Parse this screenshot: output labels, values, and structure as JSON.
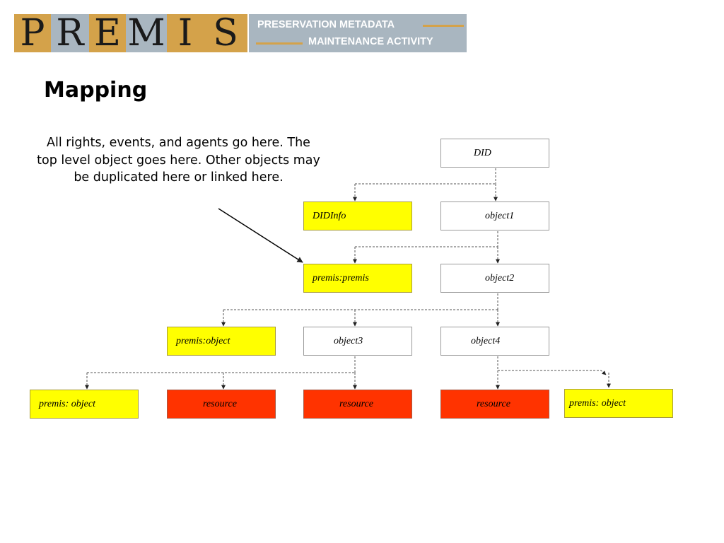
{
  "header": {
    "logo_letters": [
      "P",
      "R",
      "E",
      "M",
      "I",
      "S"
    ],
    "tagline_line1": "PRESERVATION METADATA",
    "tagline_line2": "MAINTENANCE ACTIVITY",
    "colors": {
      "logo_gold": "#d4a24a",
      "logo_blue": "#a9b6c0",
      "tagline_bg": "#a9b6c0",
      "tagline_text": "#ffffff"
    }
  },
  "page": {
    "title": "Mapping",
    "note": "All rights, events, and agents go here. The top level object goes here. Other objects may be duplicated here or linked here."
  },
  "diagram": {
    "nodes": [
      {
        "id": "did",
        "label": "DID",
        "fill": "white"
      },
      {
        "id": "didinfo",
        "label": "DIDInfo",
        "fill": "yellow"
      },
      {
        "id": "object1",
        "label": "object1",
        "fill": "white"
      },
      {
        "id": "premis-premis",
        "label": "premis:premis",
        "fill": "yellow"
      },
      {
        "id": "object2",
        "label": "object2",
        "fill": "white"
      },
      {
        "id": "premis-object-a",
        "label": "premis:object",
        "fill": "yellow"
      },
      {
        "id": "object3",
        "label": "object3",
        "fill": "white"
      },
      {
        "id": "object4",
        "label": "object4",
        "fill": "white"
      },
      {
        "id": "premis-object-b",
        "label": "premis: object",
        "fill": "yellow"
      },
      {
        "id": "resource-1",
        "label": "resource",
        "fill": "red"
      },
      {
        "id": "resource-2",
        "label": "resource",
        "fill": "red"
      },
      {
        "id": "resource-3",
        "label": "resource",
        "fill": "red"
      },
      {
        "id": "premis-object-c",
        "label": "premis: object",
        "fill": "yellow"
      }
    ],
    "edges": [
      [
        "did",
        "didinfo"
      ],
      [
        "did",
        "object1"
      ],
      [
        "object1",
        "premis-premis"
      ],
      [
        "object1",
        "object2"
      ],
      [
        "object2",
        "premis-object-a"
      ],
      [
        "object2",
        "object3"
      ],
      [
        "object2",
        "object4"
      ],
      [
        "object3",
        "premis-object-b"
      ],
      [
        "object3",
        "resource-1"
      ],
      [
        "object3",
        "resource-2"
      ],
      [
        "object4",
        "resource-3"
      ],
      [
        "object4",
        "premis-object-c"
      ]
    ],
    "colors": {
      "yellow": "#ffff00",
      "red": "#ff3300",
      "white": "#ffffff",
      "connector": "#555555"
    }
  }
}
